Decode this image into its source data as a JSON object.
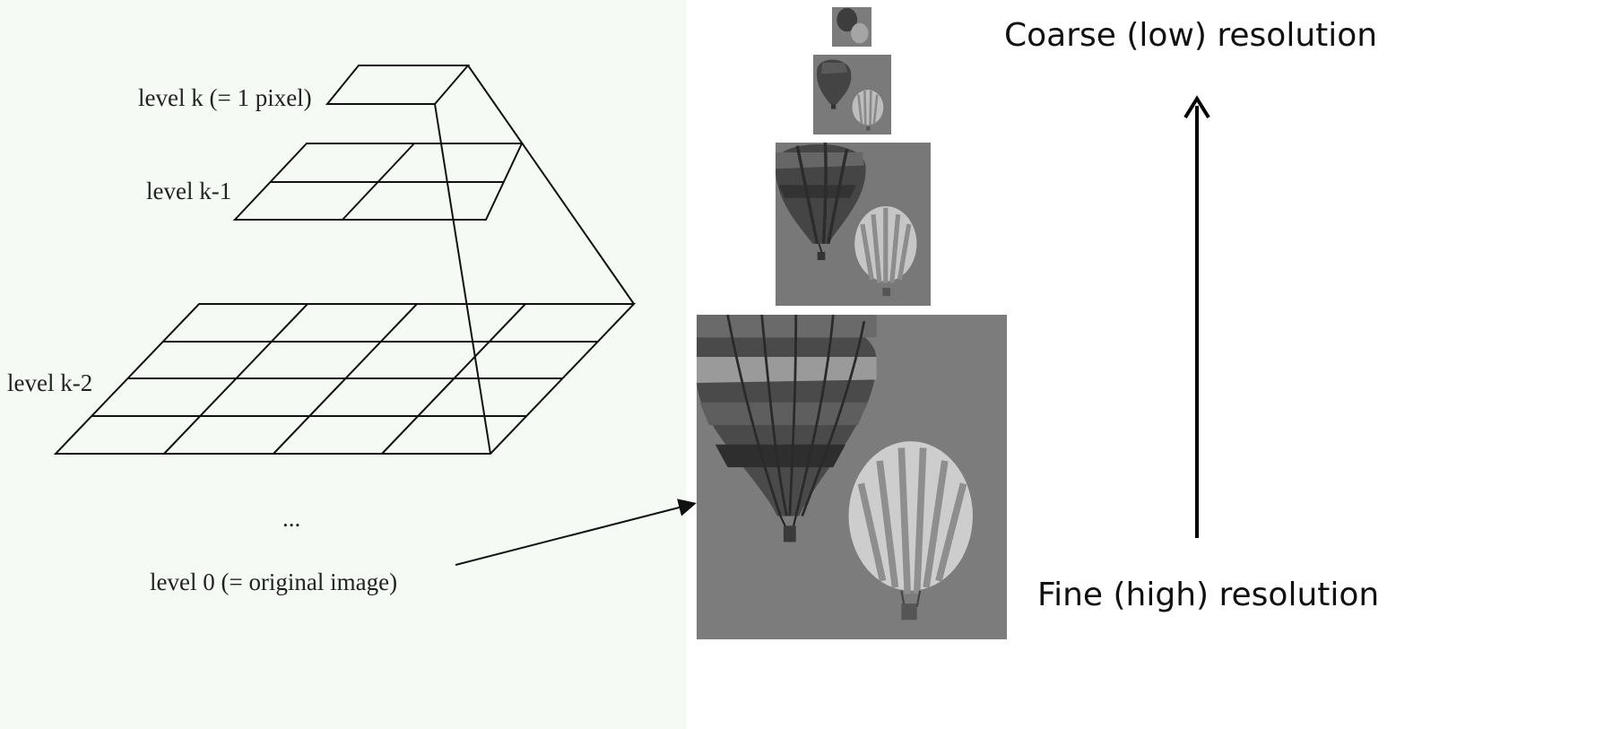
{
  "pyramid_diagram": {
    "levels": [
      {
        "id": "k",
        "label": "level k (= 1 pixel)"
      },
      {
        "id": "k-1",
        "label": "level k-1"
      },
      {
        "id": "k-2",
        "label": "level k-2"
      },
      {
        "id": "0",
        "label": "level 0 (= original image)"
      }
    ],
    "ellipsis": "..."
  },
  "resolution_axis": {
    "top_label": "Coarse (low) resolution",
    "bottom_label": "Fine (high) resolution"
  },
  "image_pyramid": {
    "subject": "hot-air-balloons",
    "count": 4
  },
  "colors": {
    "diagram_background": "#f5faf5",
    "line": "#111111",
    "image_sky": "#7c7c7c"
  }
}
